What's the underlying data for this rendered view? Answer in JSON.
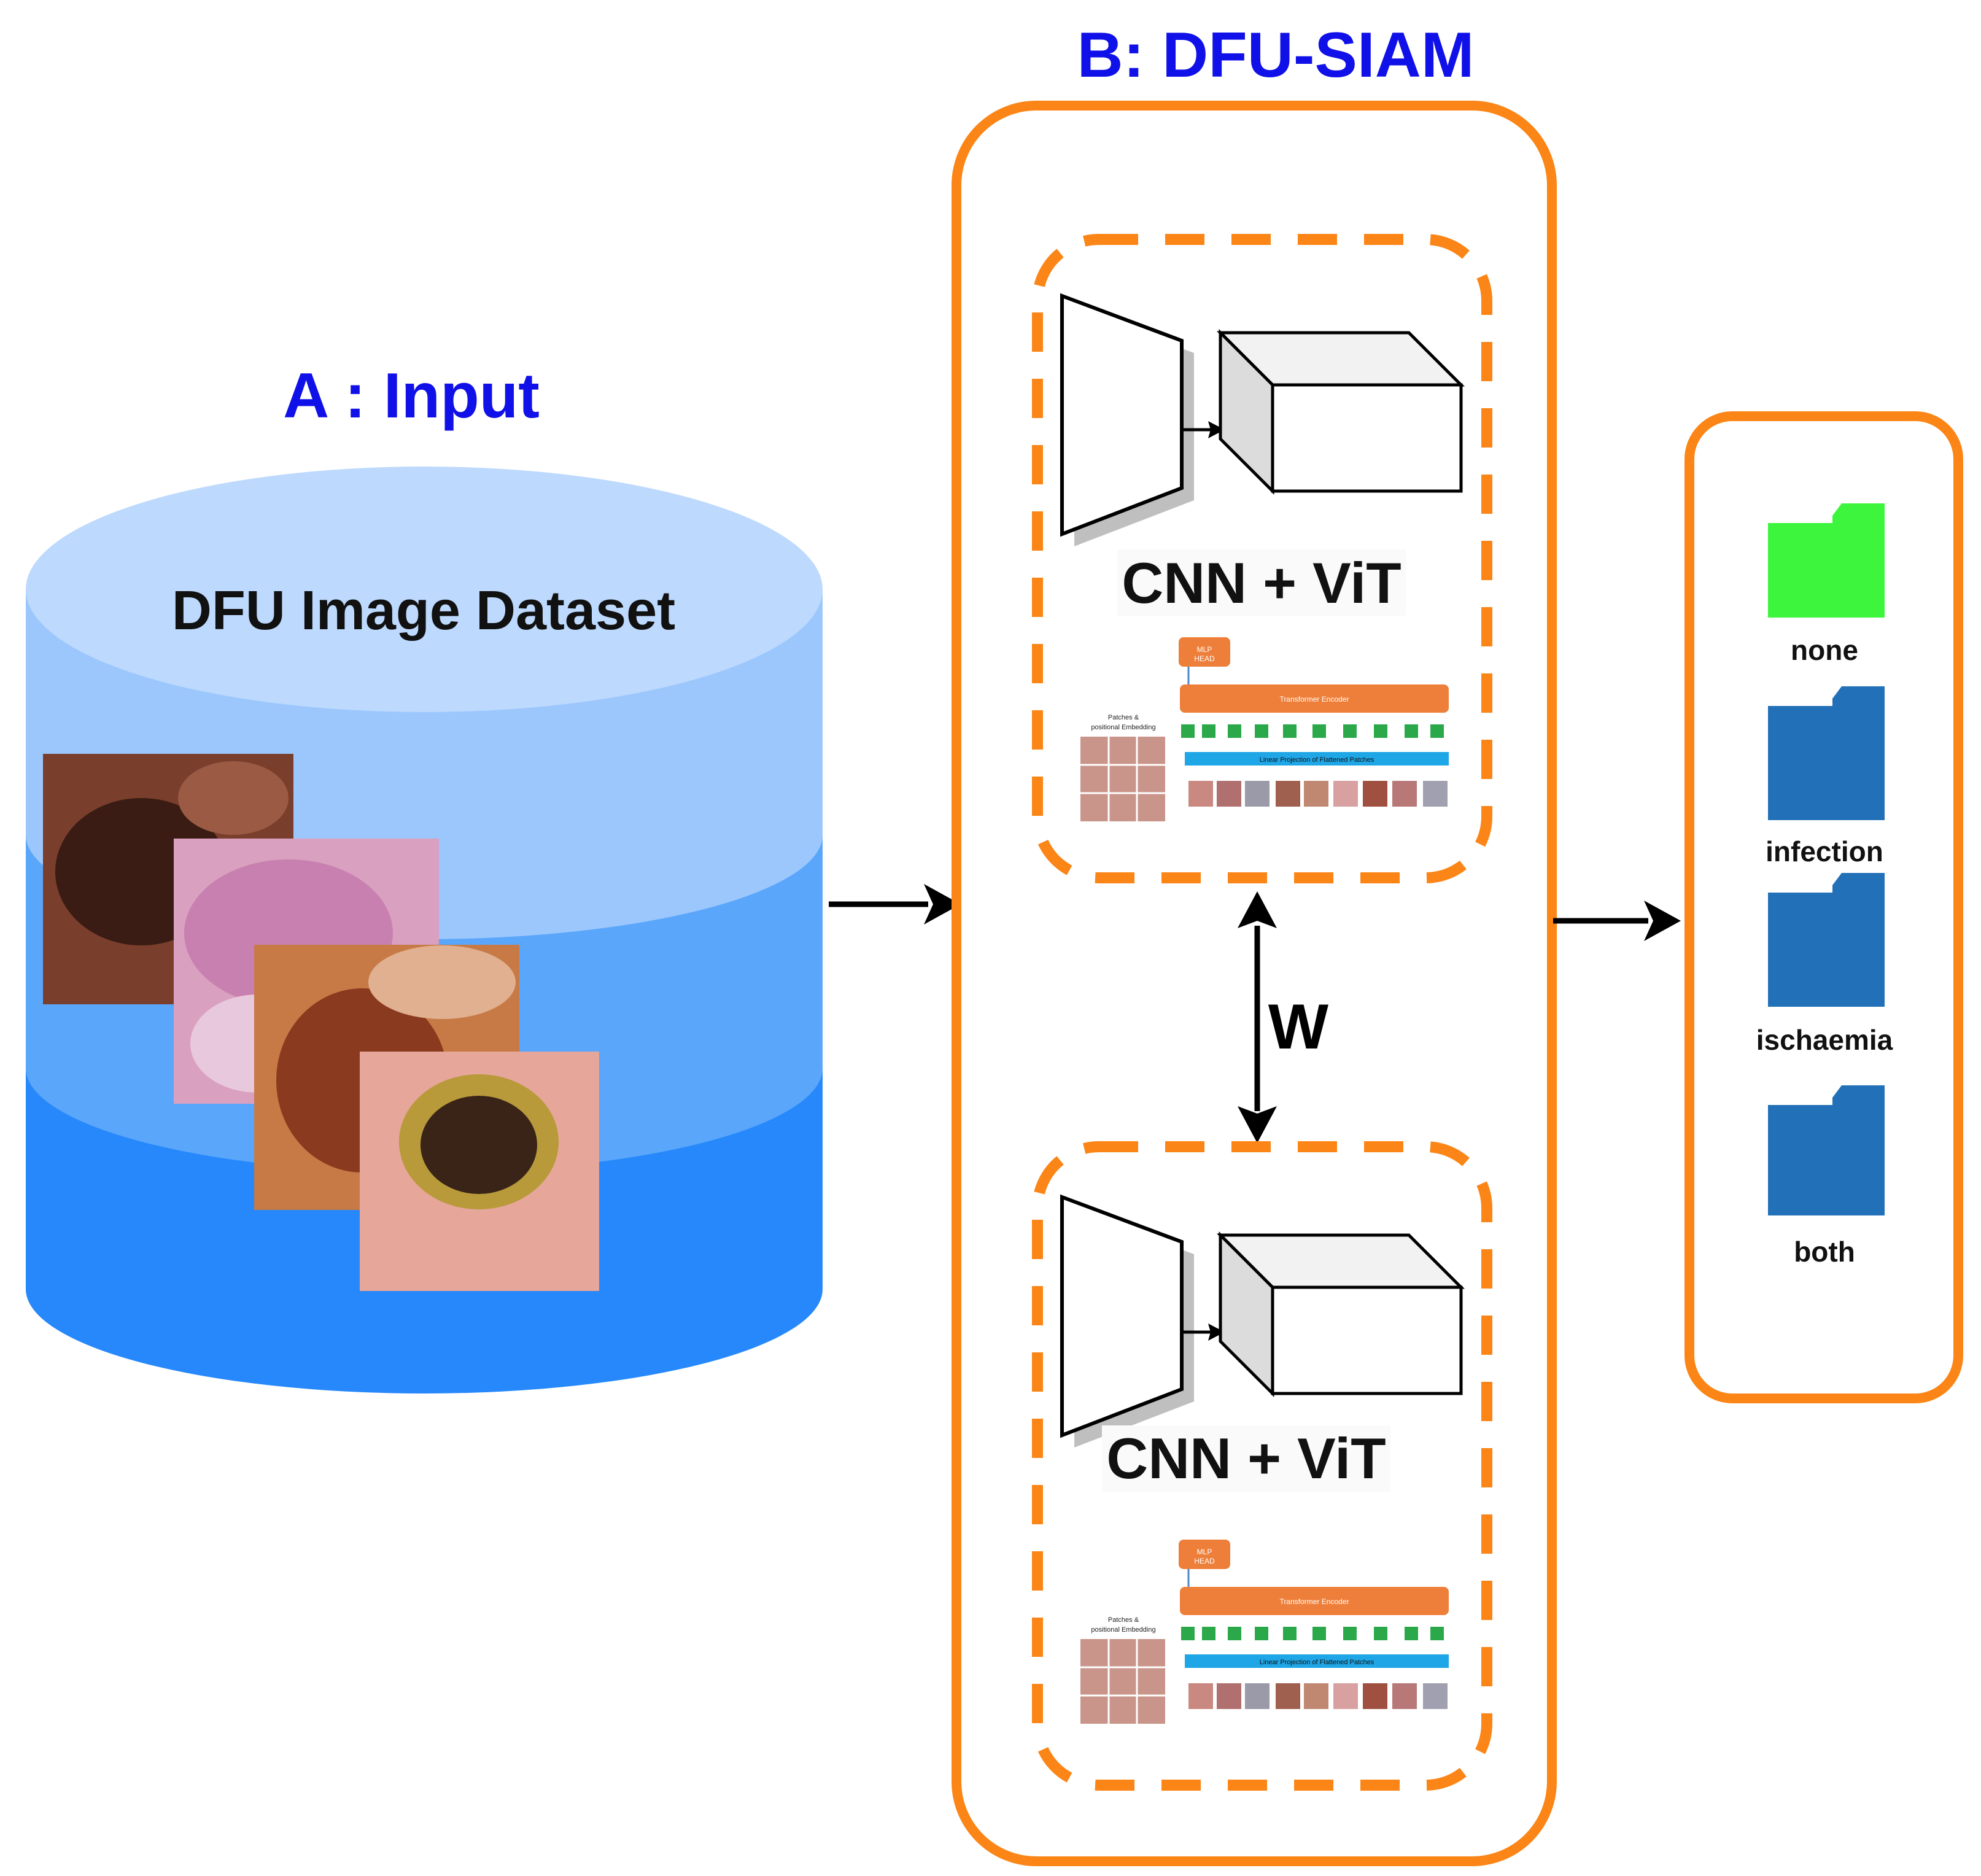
{
  "section_a": {
    "title": "A : Input",
    "dataset_label": "DFU Image Dataset"
  },
  "section_b": {
    "title": "B: DFU-SIAM",
    "branch_label": "CNN + ViT",
    "shared_weights_label": "W",
    "vit": {
      "mlp_head": "MLP\nHEAD",
      "encoder": "Transformer Encoder",
      "patches_caption": "Patches &\npositional Embedding",
      "projection": "Linear Projection of Flattened Patches"
    }
  },
  "output": {
    "classes": [
      {
        "label": "none",
        "color": "#3df53d"
      },
      {
        "label": "infection",
        "color": "#2271b8"
      },
      {
        "label": "ischaemia",
        "color": "#2271b8"
      },
      {
        "label": "both",
        "color": "#2271b8"
      }
    ]
  },
  "colors": {
    "title_blue": "#1010e8",
    "orange": "#fb8516",
    "cylinder_top": "#bdd9fd",
    "cylinder_light": "#9cc7fd",
    "cylinder_mid": "#5aa6fb",
    "cylinder_dark": "#2688fb"
  }
}
